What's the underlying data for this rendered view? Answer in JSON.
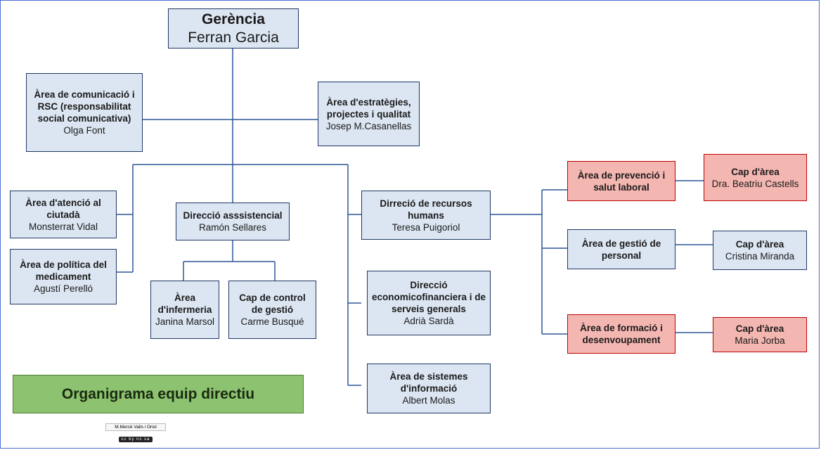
{
  "chart": {
    "boxes": {
      "gerencia": {
        "title": "Gerència",
        "name": "Ferran Garcia"
      },
      "comunicacio": {
        "title": "Àrea de comunicació i RSC (responsabilitat social comunicativa)",
        "name": "Olga Font"
      },
      "estrategies": {
        "title": "Àrea d'estratègies, projectes i qualitat",
        "name": "Josep M.Casanellas"
      },
      "atencio": {
        "title": "Àrea d'atenció al ciutadà",
        "name": "Monsterrat Vidal"
      },
      "medicament": {
        "title": "Àrea de política del medicament",
        "name": "Agustí Perelló"
      },
      "assistencial": {
        "title": "Direcció asssistencial",
        "name": "Ramón Sellares"
      },
      "infermeria": {
        "title": "Àrea d'infermeria",
        "name": "Janina Marsol"
      },
      "control": {
        "title": "Cap de control de gestió",
        "name": "Carme Busqué"
      },
      "rrhh": {
        "title": "Dirreció de recursos humans",
        "name": "Teresa Puigoriol"
      },
      "economica": {
        "title": "Direcció economicofinanciera i de serveis generals",
        "name": "Adrià Sardà"
      },
      "sistemes": {
        "title": "Àrea de sistemes d'informació",
        "name": "Albert Molas"
      },
      "prevencio": {
        "title": "Àrea de prevenció i salut laboral",
        "name": ""
      },
      "cap_prevencio": {
        "title": "Cap d'àrea",
        "name": "Dra. Beatriu Castells"
      },
      "gestio_personal": {
        "title": "Àrea de gestió de personal",
        "name": ""
      },
      "cap_gestio": {
        "title": "Cap d'àrea",
        "name": "Cristina Miranda"
      },
      "formacio": {
        "title": "Àrea de formació i desenvoupament",
        "name": ""
      },
      "cap_formacio": {
        "title": "Cap d'àrea",
        "name": "Maria Jorba"
      }
    },
    "banner": "Organigrama equip directiu",
    "credit": "M.Mercè Valls i Oriol",
    "license": "cc by nc sa"
  },
  "colors": {
    "box_fill": "#dce6f2",
    "box_border": "#1f3864",
    "red_fill": "#f4b6b1",
    "red_border": "#c00000",
    "banner": "#8cc270",
    "line": "#2e5597"
  }
}
